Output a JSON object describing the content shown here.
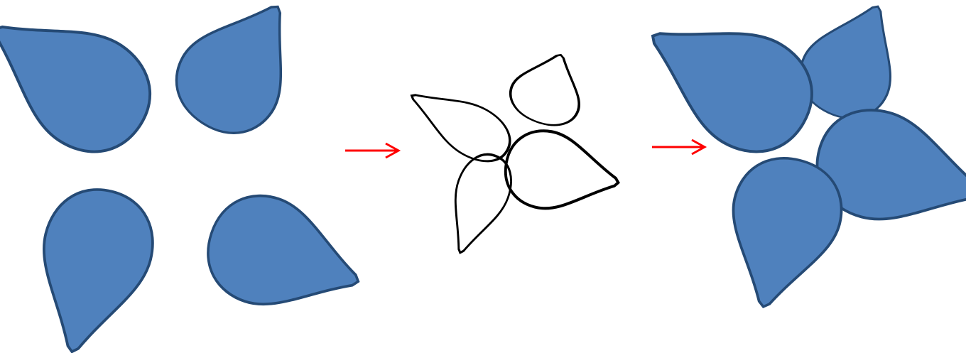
{
  "colors": {
    "background": "#ffffff",
    "petal_fill": "#4F81BD",
    "petal_stroke": "#254A75",
    "outline_stroke": "#000000",
    "arrow": "#FF0000"
  },
  "stages": [
    {
      "name": "separate-petals",
      "petal_count": 4,
      "style": "filled"
    },
    {
      "name": "overlapped-outlines",
      "petal_count": 4,
      "style": "outline"
    },
    {
      "name": "combined-flower",
      "petal_count": 4,
      "style": "filled"
    }
  ],
  "arrows": [
    {
      "name": "arrow-1",
      "direction": "right"
    },
    {
      "name": "arrow-2",
      "direction": "right"
    }
  ]
}
